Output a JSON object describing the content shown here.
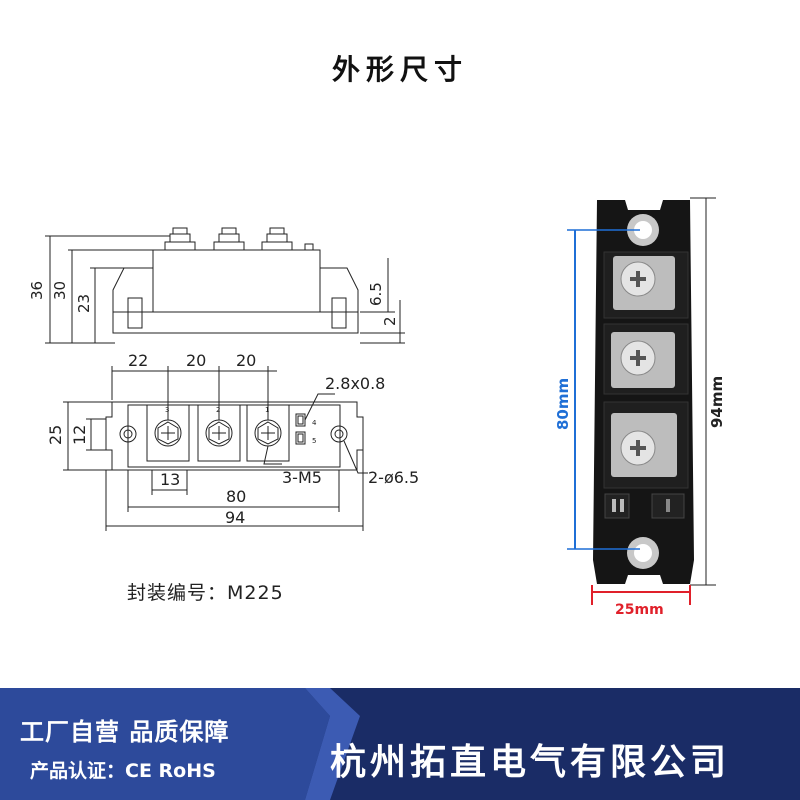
{
  "header": {
    "title": "外形尺寸"
  },
  "side_view": {
    "dims": {
      "h36": "36",
      "h30": "30",
      "h23": "23",
      "h6_5": "6.5",
      "h2": "2"
    }
  },
  "top_view": {
    "dims": {
      "d22": "22",
      "d20a": "20",
      "d20b": "20",
      "d25": "25",
      "d12": "12",
      "d13": "13",
      "d80": "80",
      "d94": "94"
    },
    "labels": {
      "tab": "2.8x0.8",
      "screw": "3-M5",
      "hole": "2-ø6.5"
    },
    "terminal_numbers": [
      "3",
      "2",
      "1"
    ],
    "pin_numbers": [
      "4",
      "5"
    ]
  },
  "photo": {
    "dim_80": "80mm",
    "dim_94": "94mm",
    "dim_25": "25mm"
  },
  "package": {
    "text": "封装编号：M225"
  },
  "banner": {
    "line1": "工厂自营  品质保障",
    "line2": "产品认证：CE RoHS",
    "company": "杭州拓直电气有限公司"
  },
  "colors": {
    "banner_light": "#2d4a9b",
    "banner_dark": "#1a2c66",
    "dim_blue": "#1f6fd6",
    "dim_red": "#e0202a"
  }
}
